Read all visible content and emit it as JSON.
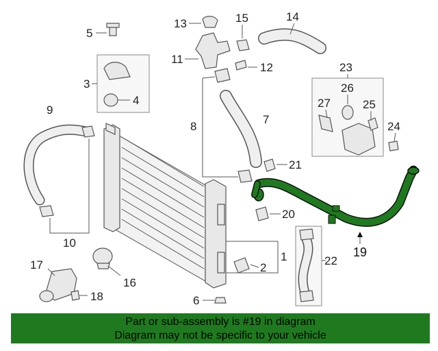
{
  "callouts": {
    "c1": "1",
    "c2": "2",
    "c3": "3",
    "c4": "4",
    "c5": "5",
    "c6": "6",
    "c7": "7",
    "c8": "8",
    "c9": "9",
    "c10": "10",
    "c11": "11",
    "c12": "12",
    "c13": "13",
    "c14": "14",
    "c15": "15",
    "c16": "16",
    "c17": "17",
    "c18": "18",
    "c19": "19",
    "c20": "20",
    "c21": "21",
    "c22": "22",
    "c23": "23",
    "c24": "24",
    "c25": "25",
    "c26": "26",
    "c27": "27"
  },
  "highlight": {
    "part": "19",
    "color": "#1f7a1f"
  },
  "banner": {
    "line1": "Part or sub-assembly is #19 in diagram",
    "line2": "Diagram may not be specific to your vehicle",
    "background": "#1f7a1f"
  }
}
